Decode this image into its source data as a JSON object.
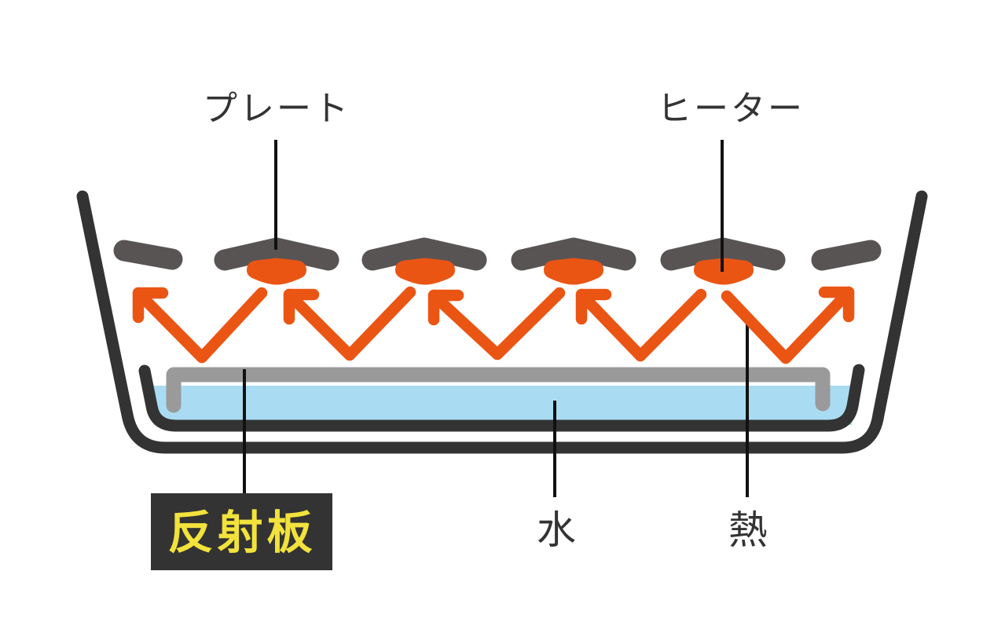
{
  "labels": {
    "plate": "プレート",
    "heater": "ヒーター",
    "reflector": "反射板",
    "water": "水",
    "heat": "熱"
  },
  "colors": {
    "background": "#ffffff",
    "container": "#333333",
    "plate": "#595454",
    "heater": "#EA5514",
    "reflector": "#9A9A9A",
    "water": "#A9DCF2",
    "label-text": "#333333",
    "leader-line": "#111111",
    "reflector-label-bg": "#333333",
    "reflector-label-text": "#F2E23C"
  }
}
